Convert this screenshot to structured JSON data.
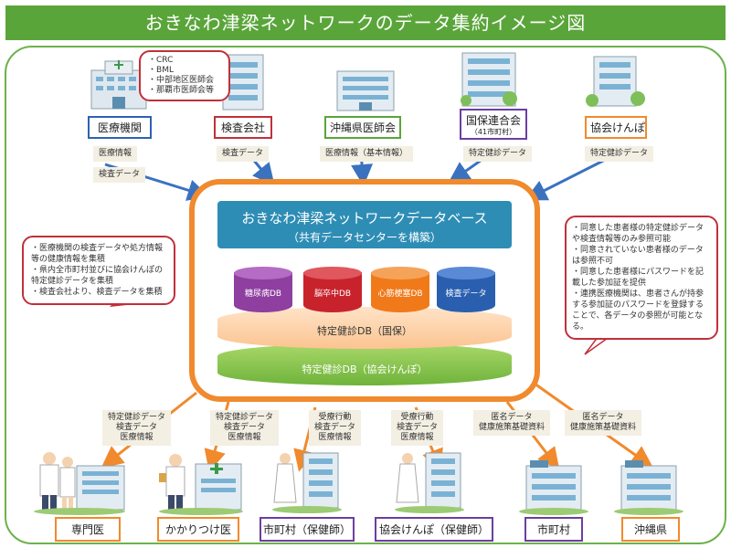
{
  "title": "おきなわ津梁ネットワークのデータ集約イメージ図",
  "top_nodes": [
    {
      "label": "医療機関",
      "color": "#2e62b0"
    },
    {
      "label": "検査会社",
      "color": "#c0303a"
    },
    {
      "label": "沖縄県医師会",
      "color": "#5aa53a"
    },
    {
      "label": "国保連合会",
      "sub": "（41市町村）",
      "color": "#6b3fa0"
    },
    {
      "label": "協会けんぽ",
      "color": "#f08a2d"
    }
  ],
  "top_tags": {
    "iryo_1": "医療情報",
    "iryo_2": "検査データ",
    "kensa": "検査データ",
    "ishikai": "医療情報（基本情報）",
    "kokuho": "特定健診データ",
    "kyokai": "特定健診データ"
  },
  "callout_top": [
    "CRC",
    "BML",
    "中部地区医師会",
    "那覇市医師会等"
  ],
  "db": {
    "header": "おきなわ津梁ネットワークデータベース",
    "subheader": "（共有データセンターを構築）",
    "small_dbs": [
      {
        "label": "糖尿病DB",
        "color": "#8e3fa0"
      },
      {
        "label": "脳卒中DB",
        "color": "#c8232c"
      },
      {
        "label": "心筋梗塞DB",
        "color": "#f07a1a"
      },
      {
        "label": "検査データ",
        "color": "#2a5fb0"
      }
    ],
    "kokuho_db": "特定健診DB（国保）",
    "kyokai_db": "特定健診DB（協会けんぽ）"
  },
  "left_callout": [
    "医療機関の検査データや処方情報等の健康情報を集積",
    "県内全市町村並びに協会けんぽの特定健診データを集積",
    "検査会社より、検査データを集積"
  ],
  "right_callout": [
    "同意した患者様の特定健診データや検査情報等のみ参照可能",
    "同意されていない患者様のデータは参照不可",
    "同意した患者様にパスワードを記載した参加証を提供",
    "連携医療機関は、患者さんが持参する参加証のパスワードを登録することで、各データの参照が可能となる。"
  ],
  "bottom_tags": [
    [
      "特定健診データ",
      "検査データ",
      "医療情報"
    ],
    [
      "特定健診データ",
      "検査データ",
      "医療情報"
    ],
    [
      "受療行動",
      "検査データ",
      "医療情報"
    ],
    [
      "受療行動",
      "検査データ",
      "医療情報"
    ],
    [
      "匿名データ",
      "健康施策基礎資料"
    ],
    [
      "匿名データ",
      "健康施策基礎資料"
    ]
  ],
  "bottom_nodes": [
    {
      "label": "専門医",
      "color": "#f08a2d"
    },
    {
      "label": "かかりつけ医",
      "color": "#f08a2d"
    },
    {
      "label": "市町村（保健師）",
      "color": "#6b3fa0"
    },
    {
      "label": "協会けんぽ（保健師）",
      "color": "#6b3fa0"
    },
    {
      "label": "市町村",
      "color": "#6b3fa0"
    },
    {
      "label": "沖縄県",
      "color": "#f08a2d"
    }
  ],
  "colors": {
    "green": "#5aa53a",
    "orange": "#f08a2d",
    "blue_arrow": "#3a72c0",
    "red_border": "#c0303a"
  }
}
